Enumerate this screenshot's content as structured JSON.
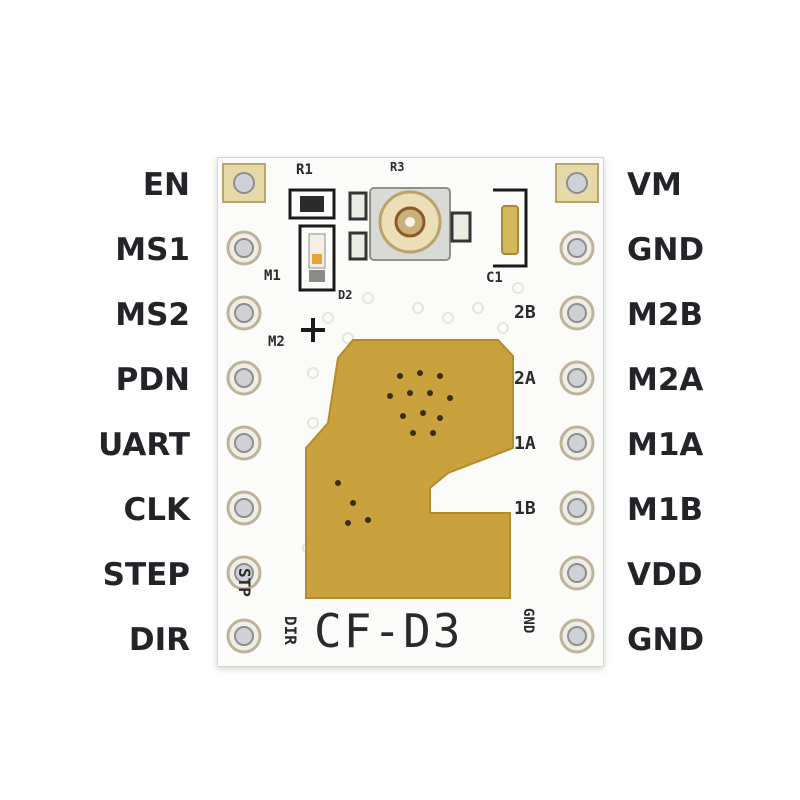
{
  "board": {
    "name": "CF-D3",
    "left_pins": [
      "EN",
      "MS1",
      "MS2",
      "PDN",
      "UART",
      "CLK",
      "STEP",
      "DIR"
    ],
    "right_pins": [
      "VM",
      "GND",
      "M2B",
      "M2A",
      "M1A",
      "M1B",
      "VDD",
      "GND"
    ],
    "silkscreen": {
      "r1": "R1",
      "r3": "R3",
      "m1": "M1",
      "d2": "D2",
      "m2": "M2",
      "c1": "C1",
      "plus": "+",
      "stp": "STP",
      "dir": "DIR",
      "gnd": "GND",
      "pad_2b": "2B",
      "pad_2a": "2A",
      "pad_1a": "1A",
      "pad_1b": "1B"
    }
  },
  "colors": {
    "pcb": "#fbfbf9",
    "copper": "#c9a23e",
    "pin_gold": "#d8c48a",
    "label": "#222428"
  }
}
